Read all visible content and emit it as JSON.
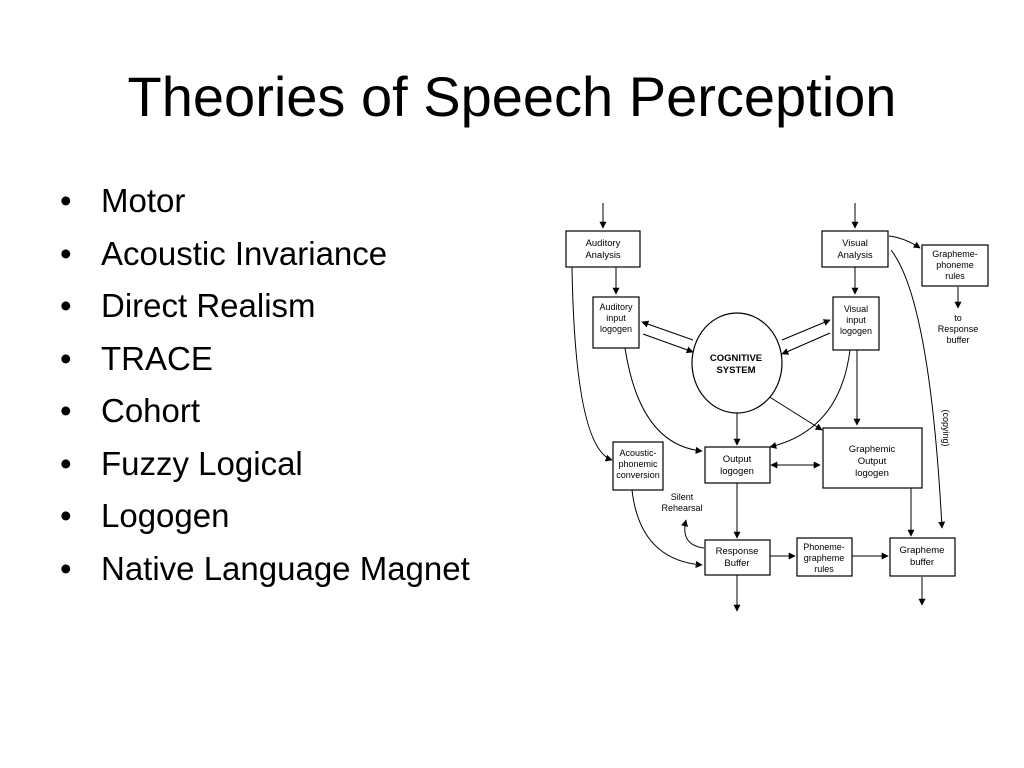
{
  "slide": {
    "title": "Theories of Speech Perception",
    "bullets": [
      "Motor",
      "Acoustic Invariance",
      "Direct Realism",
      "TRACE",
      "Cohort",
      "Fuzzy Logical",
      "Logogen",
      "Native Language Magnet"
    ]
  },
  "diagram": {
    "auditory_analysis": [
      "Auditory",
      "Analysis"
    ],
    "visual_analysis": [
      "Visual",
      "Analysis"
    ],
    "grapheme_phoneme_rules": [
      "Grapheme-",
      "phoneme",
      "rules"
    ],
    "to_response_buffer": [
      "to",
      "Response",
      "buffer"
    ],
    "auditory_input_logogen": [
      "Auditory",
      "input",
      "logogen"
    ],
    "visual_input_logogen": [
      "Visual",
      "input",
      "logogen"
    ],
    "cognitive_system": [
      "COGNITIVE",
      "SYSTEM"
    ],
    "acoustic_phonemic_conversion": [
      "Acoustic-",
      "phonemic",
      "conversion"
    ],
    "output_logogen": [
      "Output",
      "logogen"
    ],
    "graphemic_output_logogen": [
      "Graphemic",
      "Output",
      "logogen"
    ],
    "silent_rehearsal": [
      "Silent",
      "Rehearsal"
    ],
    "response_buffer": [
      "Response",
      "Buffer"
    ],
    "phoneme_grapheme_rules": [
      "Phoneme-",
      "grapheme",
      "rules"
    ],
    "grapheme_buffer": [
      "Grapheme",
      "buffer"
    ],
    "copying": "(copying)"
  }
}
